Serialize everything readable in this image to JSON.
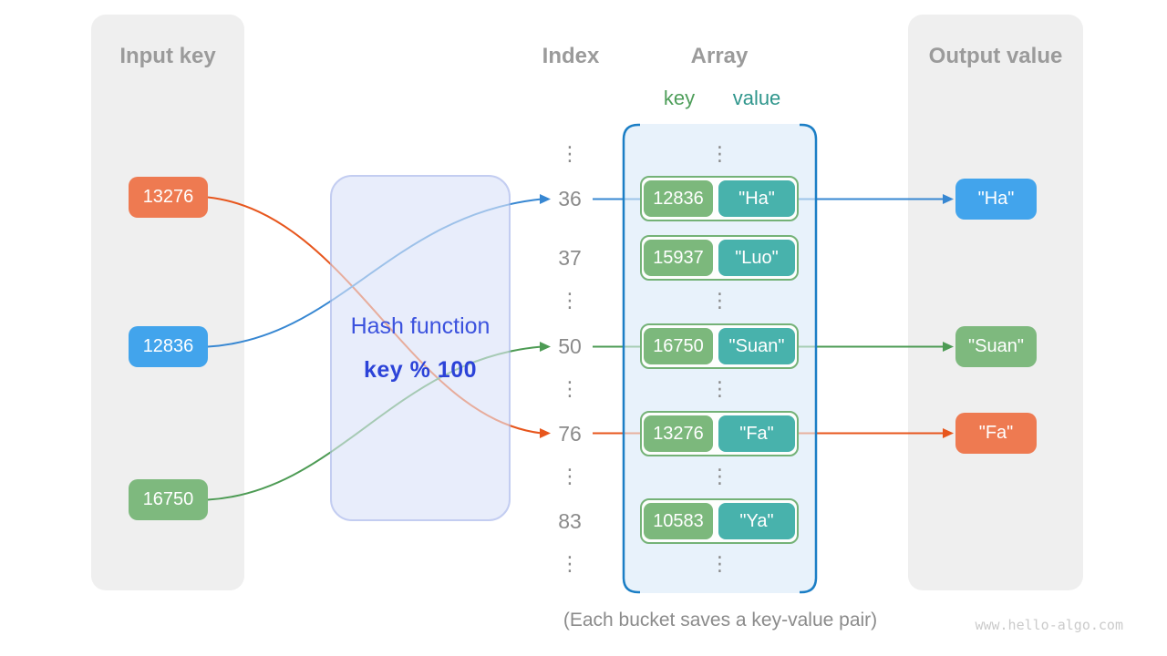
{
  "input_panel": {
    "title": "Input key",
    "keys": [
      "13276",
      "12836",
      "16750"
    ]
  },
  "hash_box": {
    "title": "Hash function",
    "formula": "key % 100"
  },
  "index_col": {
    "header": "Index",
    "rows": [
      "36",
      "37",
      "50",
      "76",
      "83"
    ]
  },
  "ellipsis": "⋮",
  "array_panel": {
    "header": "Array",
    "key_label": "key",
    "value_label": "value",
    "buckets": [
      {
        "key": "12836",
        "value": "\"Ha\""
      },
      {
        "key": "15937",
        "value": "\"Luo\""
      },
      {
        "key": "16750",
        "value": "\"Suan\""
      },
      {
        "key": "13276",
        "value": "\"Fa\""
      },
      {
        "key": "10583",
        "value": "\"Ya\""
      }
    ]
  },
  "output_panel": {
    "title": "Output value",
    "values": [
      "\"Ha\"",
      "\"Suan\"",
      "\"Fa\""
    ]
  },
  "caption": "(Each bucket saves a key-value pair)",
  "watermark": "www.hello-algo.com",
  "colors": {
    "chip_orange": "#ee7a51",
    "chip_blue": "#42a4ec",
    "chip_green": "#7eb97e",
    "bucket_key_green": "#7cb87c",
    "bucket_value_teal": "#48b2ac",
    "bucket_border": "#74b277",
    "array_border_blue": "#1b7ec5",
    "array_fill": "#e8f2fb",
    "hash_fill": "#e8edfb",
    "hash_text": "#3b52de",
    "line_blue": "#3787d2",
    "line_green": "#4d9b54",
    "line_orange": "#e7561d",
    "panel_gray": "#efefef",
    "title_gray": "#9b9b9b"
  }
}
